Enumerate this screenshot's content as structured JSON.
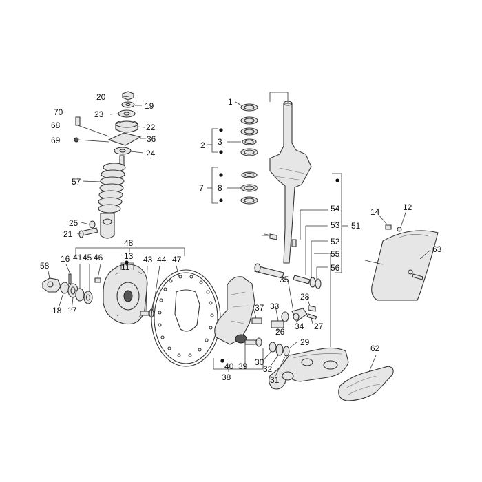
{
  "diagram": {
    "colors": {
      "line": "#333333",
      "fill": "#e6e6e6",
      "label": "#111111"
    },
    "callouts": [
      {
        "id": "20",
        "text": "20"
      },
      {
        "id": "19",
        "text": "19"
      },
      {
        "id": "70",
        "text": "70"
      },
      {
        "id": "23",
        "text": "23"
      },
      {
        "id": "68",
        "text": "68"
      },
      {
        "id": "22",
        "text": "22"
      },
      {
        "id": "69",
        "text": "69"
      },
      {
        "id": "36",
        "text": "36"
      },
      {
        "id": "24",
        "text": "24"
      },
      {
        "id": "57",
        "text": "57"
      },
      {
        "id": "25",
        "text": "25"
      },
      {
        "id": "21",
        "text": "21"
      },
      {
        "id": "1",
        "text": "1"
      },
      {
        "id": "2",
        "text": "2"
      },
      {
        "id": "3",
        "text": "3"
      },
      {
        "id": "7",
        "text": "7"
      },
      {
        "id": "8",
        "text": "8"
      },
      {
        "id": "54",
        "text": "54"
      },
      {
        "id": "53",
        "text": "53"
      },
      {
        "id": "51",
        "text": "51"
      },
      {
        "id": "52",
        "text": "52"
      },
      {
        "id": "55",
        "text": "55"
      },
      {
        "id": "56",
        "text": "56"
      },
      {
        "id": "14",
        "text": "14"
      },
      {
        "id": "12",
        "text": "12"
      },
      {
        "id": "63",
        "text": "63"
      },
      {
        "id": "48",
        "text": "48"
      },
      {
        "id": "13",
        "text": "13"
      },
      {
        "id": "11",
        "text": "11"
      },
      {
        "id": "58",
        "text": "58"
      },
      {
        "id": "16",
        "text": "16"
      },
      {
        "id": "41",
        "text": "41"
      },
      {
        "id": "45",
        "text": "45"
      },
      {
        "id": "46",
        "text": "46"
      },
      {
        "id": "43",
        "text": "43"
      },
      {
        "id": "44",
        "text": "44"
      },
      {
        "id": "47",
        "text": "47"
      },
      {
        "id": "18",
        "text": "18"
      },
      {
        "id": "17",
        "text": "17"
      },
      {
        "id": "28",
        "text": "28"
      },
      {
        "id": "35",
        "text": "35"
      },
      {
        "id": "37",
        "text": "37"
      },
      {
        "id": "33",
        "text": "33"
      },
      {
        "id": "34",
        "text": "34"
      },
      {
        "id": "27",
        "text": "27"
      },
      {
        "id": "26",
        "text": "26"
      },
      {
        "id": "29",
        "text": "29"
      },
      {
        "id": "30",
        "text": "30"
      },
      {
        "id": "32",
        "text": "32"
      },
      {
        "id": "31",
        "text": "31"
      },
      {
        "id": "40",
        "text": "40"
      },
      {
        "id": "39",
        "text": "39"
      },
      {
        "id": "38",
        "text": "38"
      },
      {
        "id": "62",
        "text": "62"
      }
    ]
  }
}
